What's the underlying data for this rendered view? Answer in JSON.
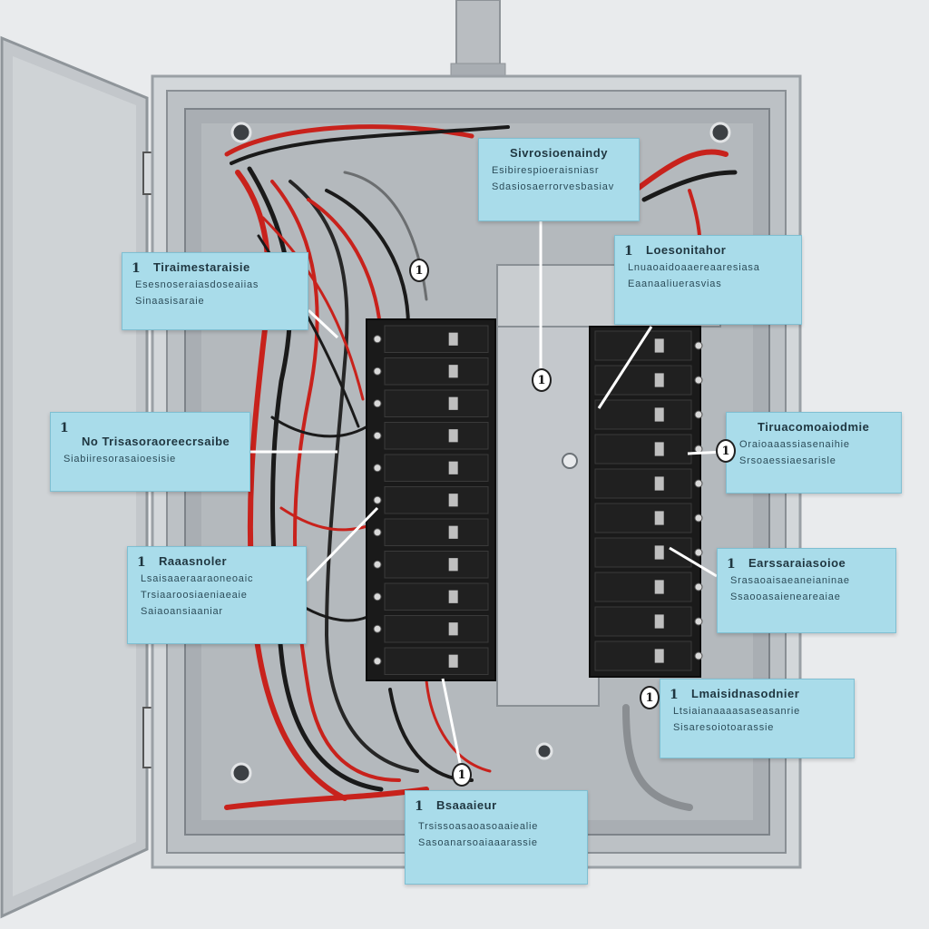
{
  "colors": {
    "background": "#e9ebed",
    "enclosure": "#c9cdd1",
    "door": "#b9bec3",
    "breaker": "#151515",
    "wire_red": "#c8221c",
    "wire_black": "#1a1a1a",
    "callout_fill": "#a9dcea"
  },
  "callouts": [
    {
      "num": "1",
      "title": "Sivrosioenaindy",
      "lines": [
        "Esibirespioeraisniasr",
        "Sdasiosaerrorvesbasiav"
      ]
    },
    {
      "num": "1",
      "title": "Tiraimestaraisie",
      "lines": [
        "Esesnoseraiasdoseaiias",
        "Sinaasisaraie"
      ]
    },
    {
      "num": "1",
      "title": "Loesonitahor",
      "lines": [
        "Lnuaoaidoaaereaaresiasa",
        "Eaanaaliuerasvias"
      ]
    },
    {
      "num": "1",
      "title": "No Trisasoraoreecrsaibe",
      "lines": [
        "Siabiiresorasaioesisie"
      ]
    },
    {
      "num": "1",
      "title": "Tiruacomoaiodmie",
      "lines": [
        "Oraioaaassiasenaihie",
        "Srsoaessiaesarisle"
      ]
    },
    {
      "num": "1",
      "title": "Raaasnoler",
      "lines": [
        "Lsaisaaeraaraoneoaic",
        "Trsiaaroosiaeniaeaie",
        "Saiaoansiaaniar"
      ]
    },
    {
      "num": "1",
      "title": "Earssaraiasoioe",
      "lines": [
        "Srasaoaisaeaneianinae",
        "Ssaooasaieneareaiae"
      ]
    },
    {
      "num": "1",
      "title": "Lmaisidnasodnier",
      "lines": [
        "Ltsiaianaaaasaseasanrie",
        "Sisaresoiotoarassie"
      ]
    },
    {
      "num": "1",
      "title": "Bsaaaieur",
      "lines": [
        "Trsissoasaoasoaaiealie",
        "Sasoanarsoaiaaarassie"
      ]
    }
  ],
  "markers": [
    "1",
    "1",
    "1",
    "1",
    "1"
  ]
}
